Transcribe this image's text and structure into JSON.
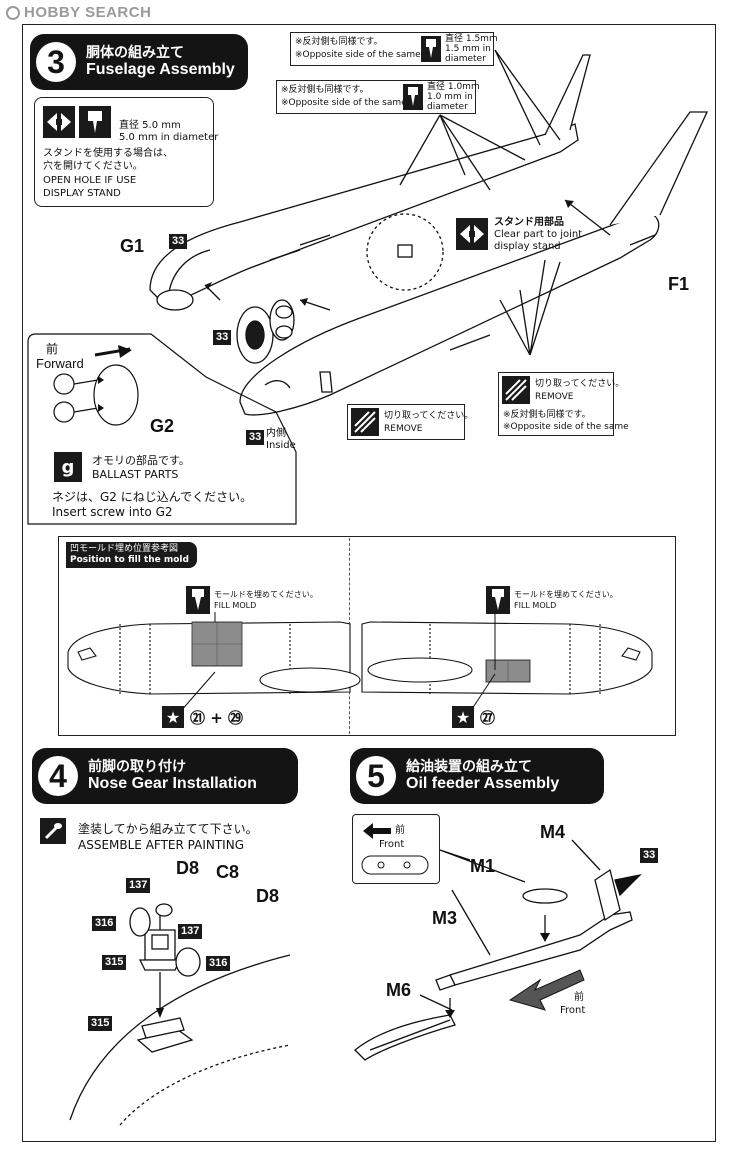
{
  "watermark": "HOBBY SEARCH",
  "step3": {
    "number": "3",
    "title_jp": "胴体の組み立て",
    "title_en": "Fuselage Assembly",
    "drill_note": {
      "size_jp": "直径 5.0 mm",
      "size_en": "5.0 mm in diameter",
      "line1_jp": "スタンドを使用する場合は、",
      "line2_jp": "穴を開けてください。",
      "line1_en": "OPEN HOLE IF USE",
      "line2_en": "DISPLAY STAND"
    },
    "callout_15": {
      "jp": "※反対側も同様です。",
      "en": "※Opposite side of the same",
      "size_jp": "直径 1.5mm",
      "size_en1": "1.5 mm in",
      "size_en2": "diameter"
    },
    "callout_10": {
      "jp": "※反対側も同様です。",
      "en": "※Opposite side of the same",
      "size_jp": "直径 1.0mm",
      "size_en1": "1.0 mm in",
      "size_en2": "diameter"
    },
    "stand_part": {
      "jp": "スタンド用部品",
      "en1": "Clear part to joint",
      "en2": "display stand"
    },
    "part_g1": "G1",
    "part_f1": "F1",
    "part_g2": "G2",
    "color_33": "33",
    "forward_jp": "前",
    "forward_en": "Forward",
    "ballast_icon": "g",
    "ballast_jp": "オモリの部品です。",
    "ballast_en": "BALLAST PARTS",
    "screw_jp": "ネジは、G2 にねじ込んでください。",
    "screw_en": "Insert screw into G2",
    "remove1": {
      "jp": "切り取ってください。",
      "en": "REMOVE"
    },
    "remove2": {
      "jp": "切り取ってください。",
      "en": "REMOVE",
      "note_jp": "※反対側も同様です。",
      "note_en": "※Opposite side of the same"
    },
    "inside_jp": "内側",
    "inside_en": "Inside"
  },
  "mold": {
    "title_jp": "凹モールド埋め位置参考図",
    "title_en": "Position to fill the mold",
    "left": {
      "jp": "モールドを埋めてください。",
      "en": "FILL MOLD",
      "decal": "㉑ + ㉙"
    },
    "right": {
      "jp": "モールドを埋めてください。",
      "en": "FILL MOLD",
      "decal": "㉗"
    }
  },
  "step4": {
    "number": "4",
    "title_jp": "前脚の取り付け",
    "title_en": "Nose Gear Installation",
    "paint_jp": "塗装してから組み立てて下さい。",
    "paint_en": "ASSEMBLE AFTER PAINTING",
    "parts": {
      "d8a": "D8",
      "c8": "C8",
      "d8b": "D8"
    },
    "colors": {
      "c137a": "137",
      "c316a": "316",
      "c315a": "315",
      "c137b": "137",
      "c316b": "316",
      "c315b": "315"
    }
  },
  "step5": {
    "number": "5",
    "title_jp": "給油装置の組み立て",
    "title_en": "Oil feeder Assembly",
    "front_jp": "前",
    "front_en": "Front",
    "parts": {
      "m1": "M1",
      "m3": "M3",
      "m4": "M4",
      "m6": "M6"
    },
    "color_33": "33",
    "front2_jp": "前",
    "front2_en": "Front"
  },
  "colors": {
    "ink": "#141414",
    "paper": "#ffffff",
    "fill_gray": "#8c8c8c"
  }
}
